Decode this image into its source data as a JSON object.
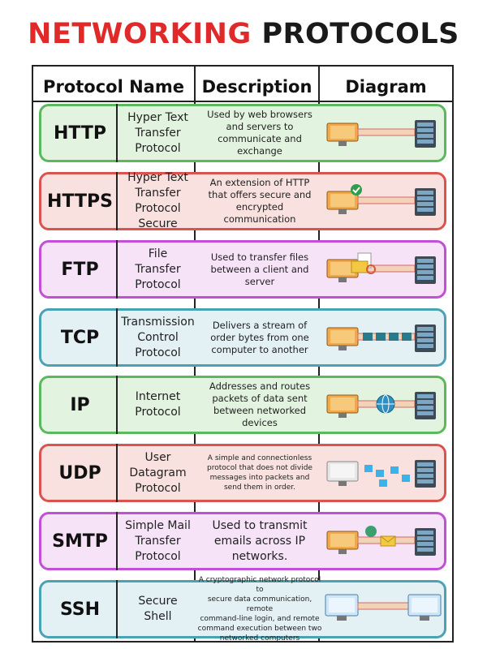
{
  "title": {
    "part1": "NETWORKING",
    "part2": "PROTOCOLS"
  },
  "headers": {
    "protocol_name": "Protocol Name",
    "description": "Description",
    "diagram": "Diagram"
  },
  "rows": [
    {
      "abbr": "HTTP",
      "name": "Hyper Text\nTransfer\nProtocol",
      "description": "Used by web browsers\nand servers to\ncommunicate and\nexchange",
      "border": "#5cb85c",
      "fill": "#e2f4df",
      "icon": "computer-server-link"
    },
    {
      "abbr": "HTTPS",
      "name": "Hyper Text\nTransfer\nProtocol Secure",
      "description": "An extension of HTTP\nthat offers secure and\nencrypted\ncommunication",
      "border": "#d9534f",
      "fill": "#f9e1df",
      "icon": "secure-check-shield"
    },
    {
      "abbr": "FTP",
      "name": "File\nTransfer\nProtocol",
      "description": "Used to transfer files\nbetween a client and\nserver",
      "border": "#c24fd6",
      "fill": "#f6e3f8",
      "icon": "file-transfer-folder"
    },
    {
      "abbr": "TCP",
      "name": "Transmission\nControl\nProtocol",
      "description": "Delivers a stream of\norder bytes from one\ncomputer to another",
      "border": "#4aa3b5",
      "fill": "#e3f1f4",
      "icon": "byte-stream-packets"
    },
    {
      "abbr": "IP",
      "name": "Internet\nProtocol",
      "description": "Addresses and routes\npackets of data sent\nbetween networked\ndevices",
      "border": "#5cb85c",
      "fill": "#e2f4df",
      "icon": "globe-routing"
    },
    {
      "abbr": "UDP",
      "name": "User\nDatagram\nProtocol",
      "description": "A simple and connectionless\nprotocol that does not divide\nmessages into packets and\nsend them in order.",
      "border": "#d9534f",
      "fill": "#f9e1df",
      "icon": "datagram-squares"
    },
    {
      "abbr": "SMTP",
      "name": "Simple Mail\nTransfer\nProtocol",
      "description": "Used to transmit\nemails across IP\nnetworks.",
      "border": "#c24fd6",
      "fill": "#f6e3f8",
      "icon": "email-envelope"
    },
    {
      "abbr": "SSH",
      "name": "Secure\nShell",
      "description": "A cryptographic network protocol to\nsecure data communication, remote\ncommand-line login, and remote\ncommand execution between two\nnetworked computers",
      "border": "#4aa3b5",
      "fill": "#e3f1f4",
      "icon": "secure-shell-terminals"
    }
  ]
}
